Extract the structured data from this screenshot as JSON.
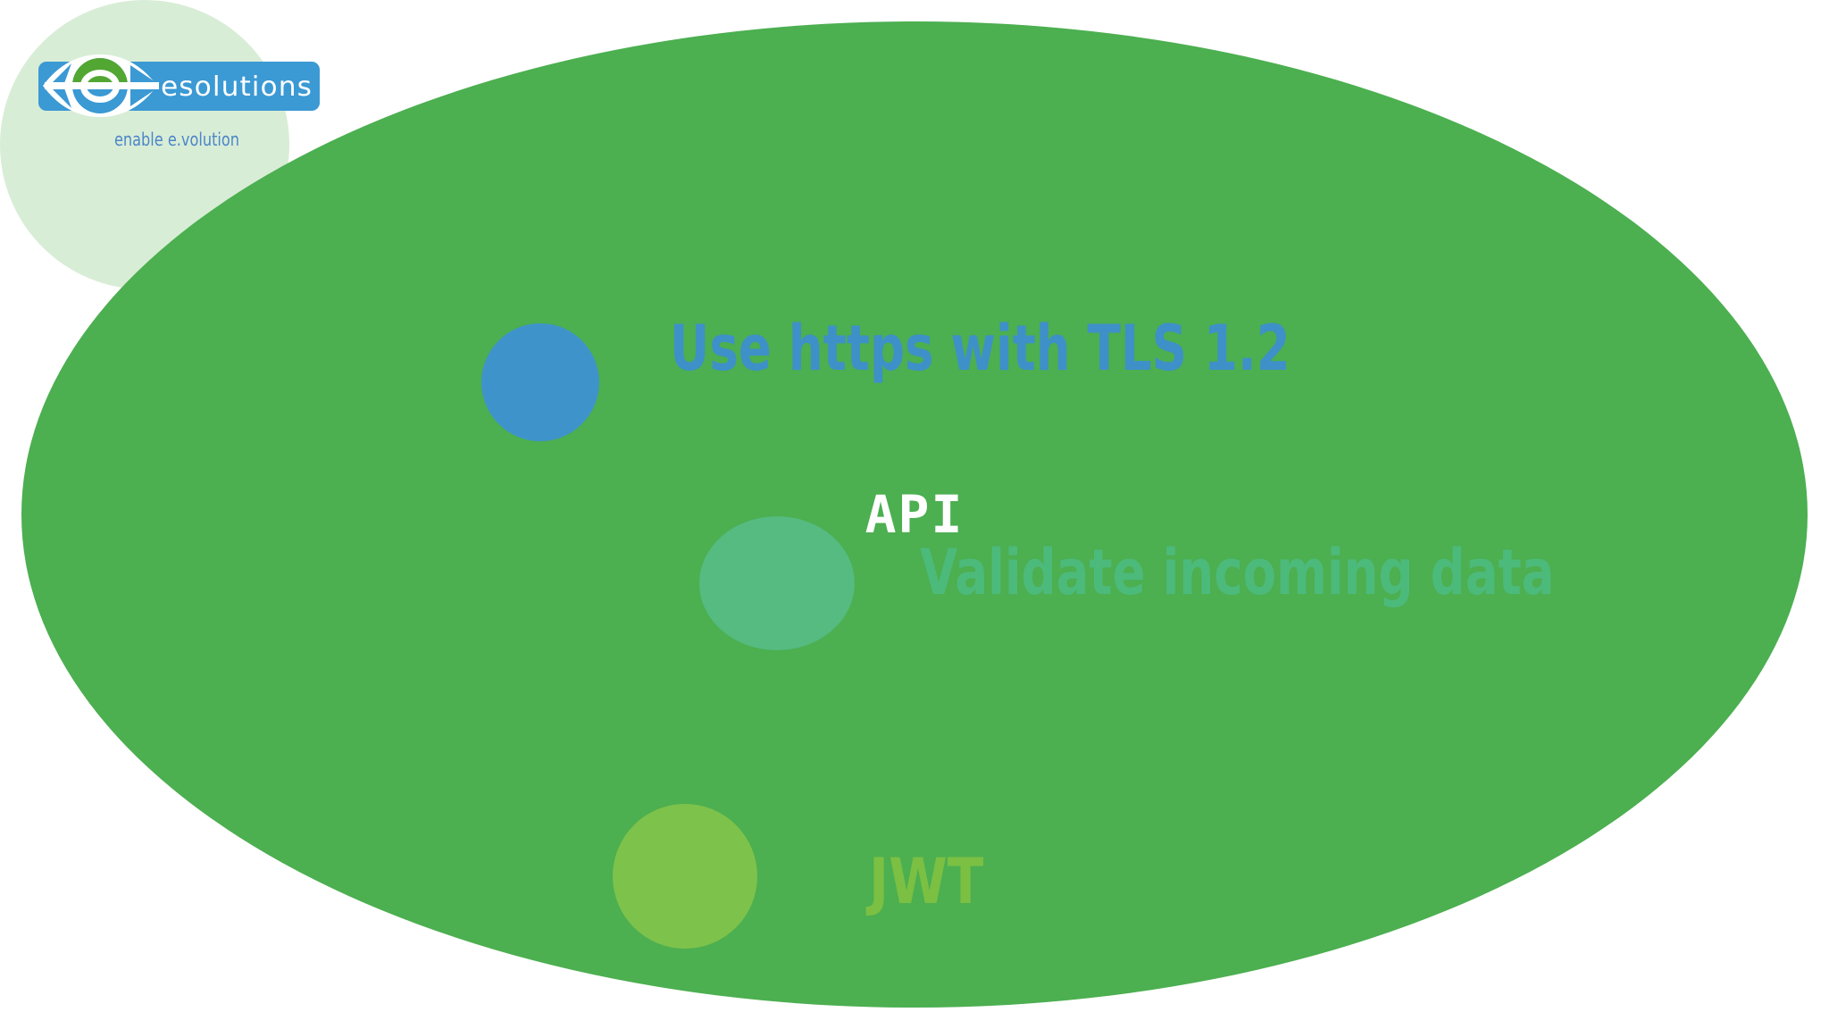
{
  "slide": {
    "background": "#ffffff"
  },
  "logo": {
    "brand": "esolutions",
    "tagline": "enable e.volution",
    "colors": {
      "blue": "#3b99d4",
      "green": "#52a733",
      "white": "#ffffff",
      "tagline": "#4c86c8"
    }
  },
  "header": {
    "title": "API",
    "title_color": "#4b95cf",
    "underline_segments": [
      "#8cc63f",
      "#55bb7f",
      "#2ebfa5",
      "#26aac8",
      "#2d9ad4"
    ]
  },
  "diagram": {
    "center": {
      "label": "API",
      "fill": "#4caf50",
      "halo": "#d8edd6",
      "text_color": "#ffffff"
    },
    "branches": [
      {
        "label": "Use https with TLS 1.2",
        "node_color": "#3e94ca",
        "label_color": "#3e90c8",
        "line_color": "#4fb05c"
      },
      {
        "label": "Validate incoming data",
        "node_color": "#55bb80",
        "label_color": "#4cba7b",
        "line_color": "#28b1a8"
      },
      {
        "label": "JWT",
        "node_color": "#7dc24b",
        "label_color": "#7bc043",
        "line_color": "#2b9fd3"
      }
    ]
  }
}
